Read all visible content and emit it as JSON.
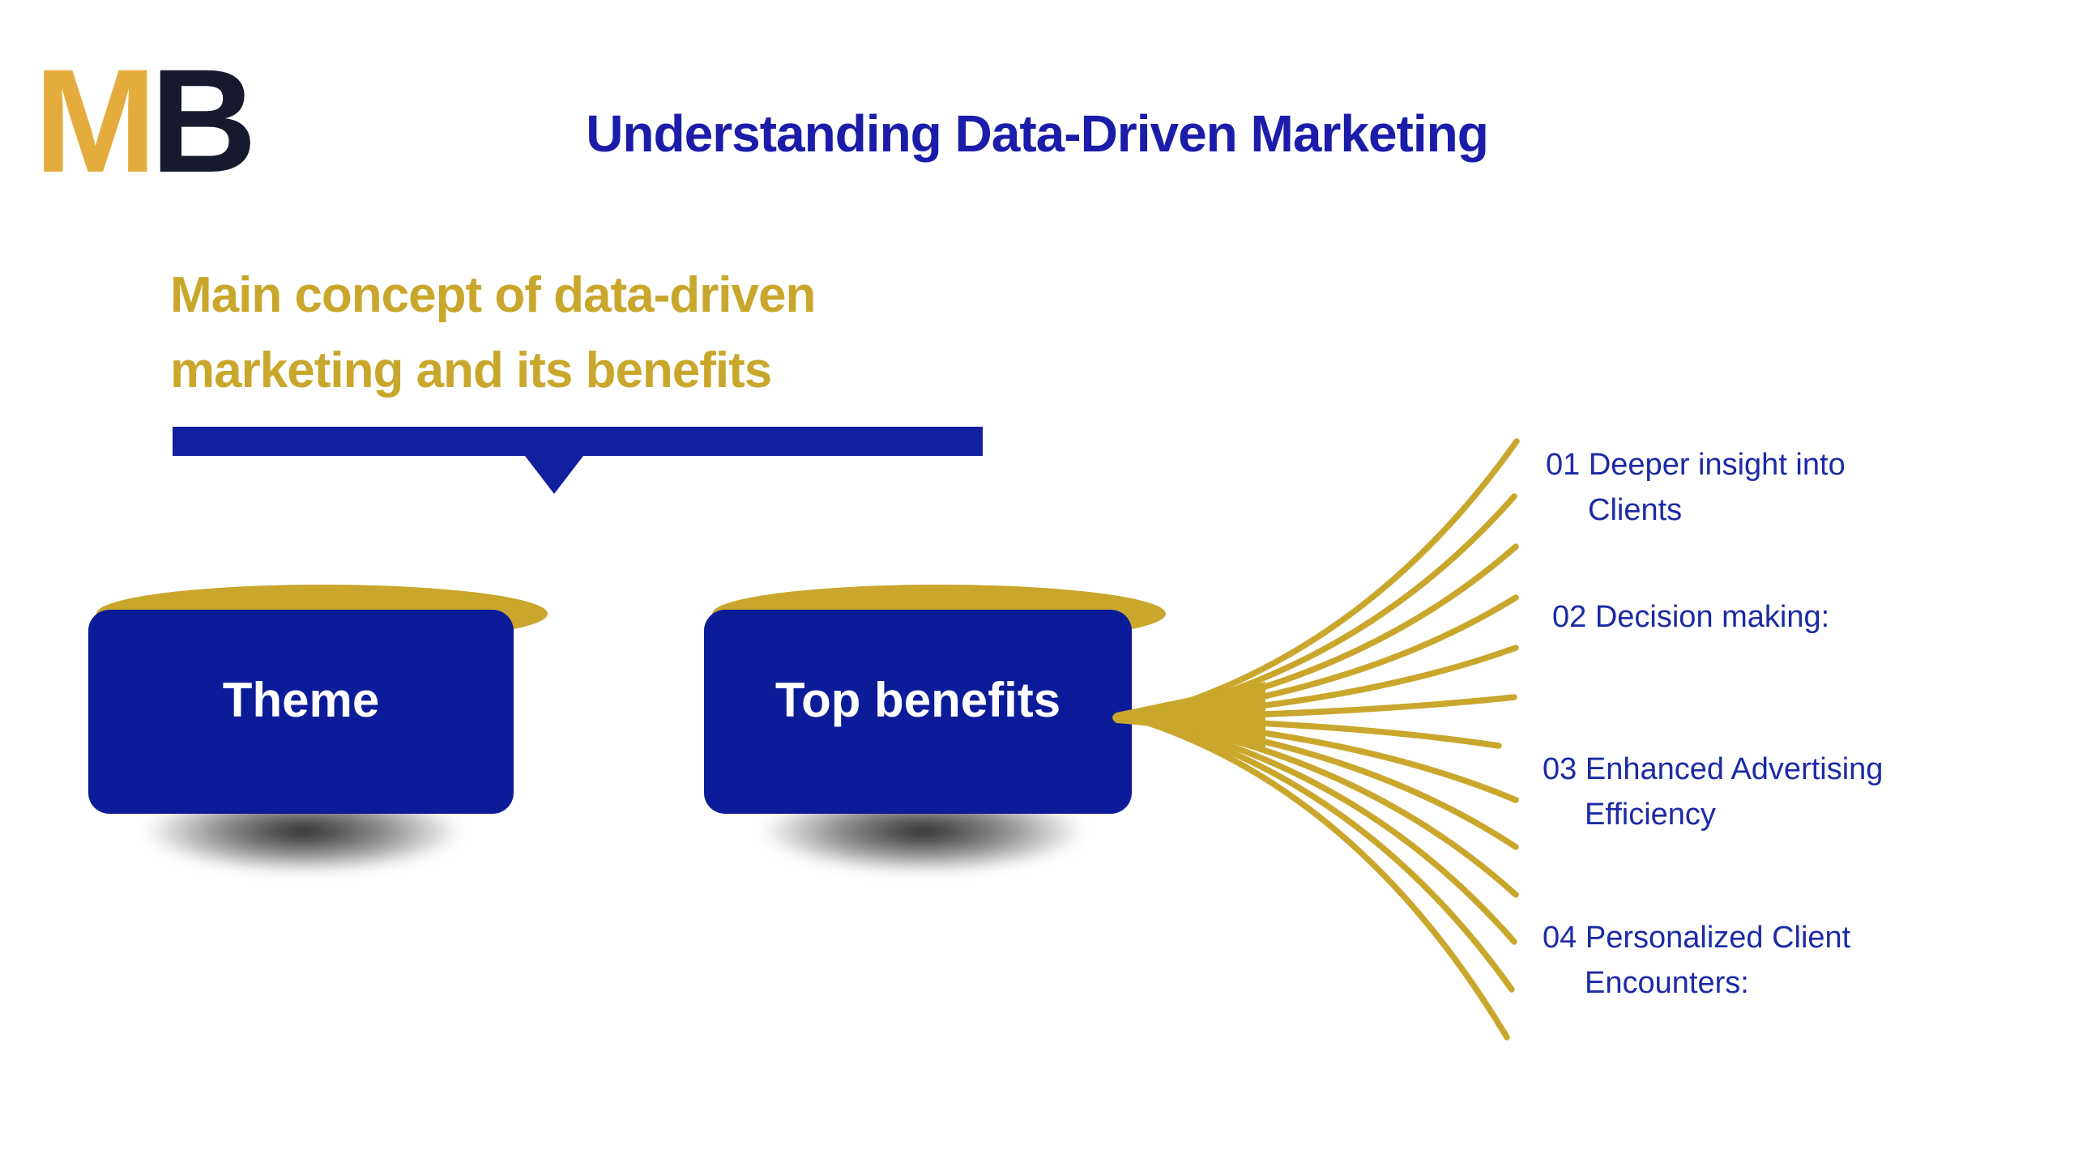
{
  "logo": {
    "letter_m": "M",
    "letter_b": "B"
  },
  "header": {
    "title": "Understanding Data-Driven Marketing"
  },
  "subtitle": {
    "line1": "Main concept of data-driven",
    "line2": "marketing and its benefits"
  },
  "nodes": [
    {
      "label": "Theme"
    },
    {
      "label": "Top benefits"
    }
  ],
  "benefits": [
    {
      "number": "01",
      "line1": "Deeper insight into",
      "line2": "Clients"
    },
    {
      "number": "02",
      "line1": "Decision making:",
      "line2": ""
    },
    {
      "number": "03",
      "line1": "Enhanced Advertising",
      "line2": "Efficiency"
    },
    {
      "number": "04",
      "line1": "Personalized Client",
      "line2": "Encounters:"
    }
  ],
  "colors": {
    "gold": "#C9A72C",
    "logo_gold": "#E4AC3C",
    "logo_navy": "#171A2D",
    "title_blue": "#1B1CA9",
    "bar_blue": "#10209E",
    "node_blue": "#0C1C99",
    "benefit_text_blue": "#1B2AA6",
    "background": "#FFFFFF"
  }
}
